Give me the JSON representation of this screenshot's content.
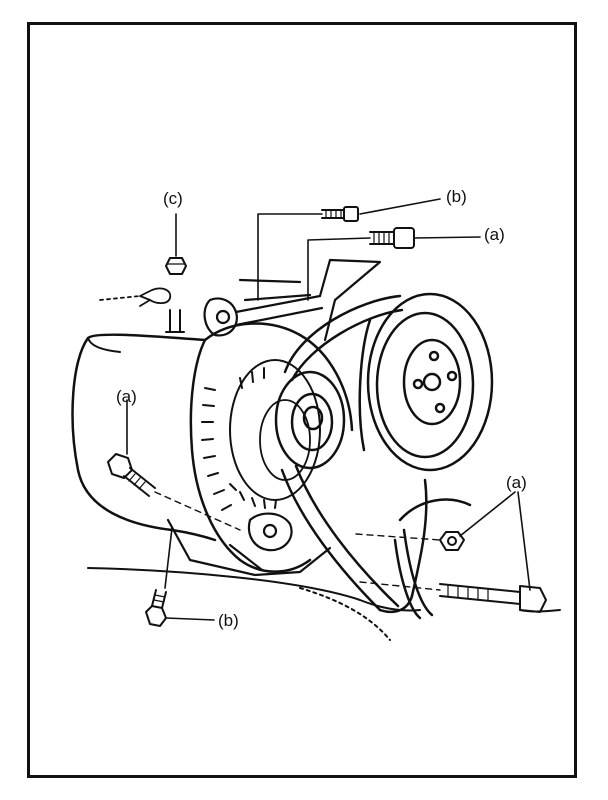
{
  "callouts": {
    "c_top_left": "(c)",
    "b_top_right": "(b)",
    "a_top_right": "(a)",
    "a_left": "(a)",
    "a_right": "(a)",
    "b_bottom": "(b)"
  },
  "colors": {
    "line": "#111111",
    "background": "#ffffff"
  }
}
